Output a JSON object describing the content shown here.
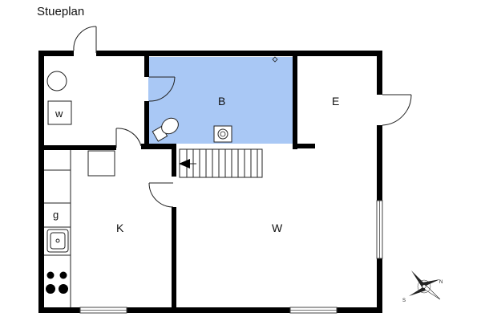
{
  "plan": {
    "title": "Stueplan"
  },
  "rooms": {
    "bath": "B",
    "entry": "E",
    "kitchen": "K",
    "living": "W"
  },
  "fixtures": {
    "washer": "w",
    "fridge": "g"
  },
  "compass": {
    "n": "N",
    "s": "S"
  },
  "colors": {
    "wall": "#000000",
    "bath_fill": "#a9c8f5",
    "line": "#222222"
  }
}
